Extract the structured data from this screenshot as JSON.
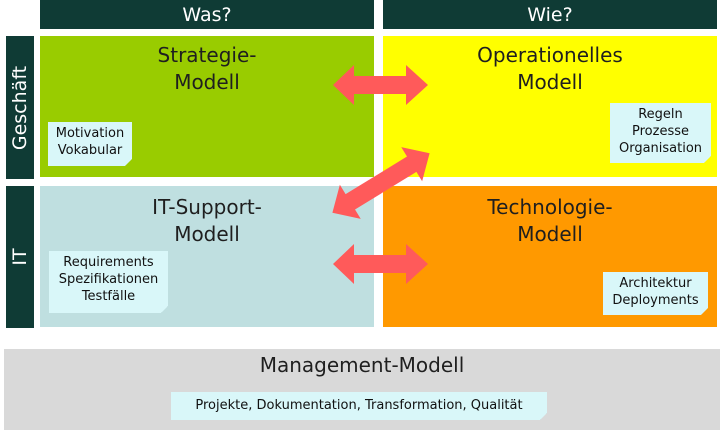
{
  "headers": {
    "col1": "Was?",
    "col2": "Wie?"
  },
  "rows": {
    "row1": "Geschäft",
    "row2": "IT"
  },
  "quadrants": {
    "strategy": {
      "title": [
        "Strategie-",
        "Modell"
      ],
      "notes": [
        "Motivation",
        "Vokabular"
      ]
    },
    "operational": {
      "title": [
        "Operationelles",
        "Modell"
      ],
      "notes": [
        "Regeln",
        "Prozesse",
        "Organisation"
      ]
    },
    "it_support": {
      "title": [
        "IT-Support-",
        "Modell"
      ],
      "notes": [
        "Requirements",
        "Spezifikationen",
        "Testfälle"
      ]
    },
    "technology": {
      "title": [
        "Technologie-",
        "Modell"
      ],
      "notes": [
        "Architektur",
        "Deployments"
      ]
    }
  },
  "management": {
    "title": "Management-Modell",
    "notes": "Projekte, Dokumentation, Transformation, Qualität"
  },
  "colors": {
    "header": "#0f3b35",
    "strategy": "#99cc00",
    "operational": "#ffff00",
    "it_support": "#bfdfe0",
    "technology": "#ff9900",
    "management": "#d9d9d9",
    "note": "#d9f7f9",
    "arrow": "#ff5a5a"
  }
}
